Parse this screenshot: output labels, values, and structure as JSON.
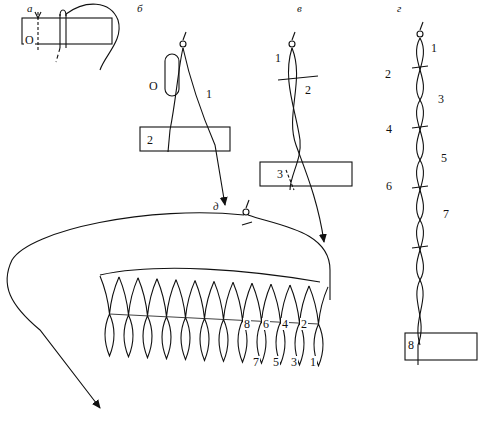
{
  "diagram": {
    "labels": [
      "а",
      "О",
      "б",
      "О",
      "1",
      "2",
      "в",
      "1",
      "2",
      "3",
      "г",
      "1",
      "2",
      "3",
      "4",
      "5",
      "6",
      "7",
      "8",
      "д",
      "8",
      "6",
      "4",
      "2",
      "7",
      "5",
      "3",
      "1"
    ]
  }
}
